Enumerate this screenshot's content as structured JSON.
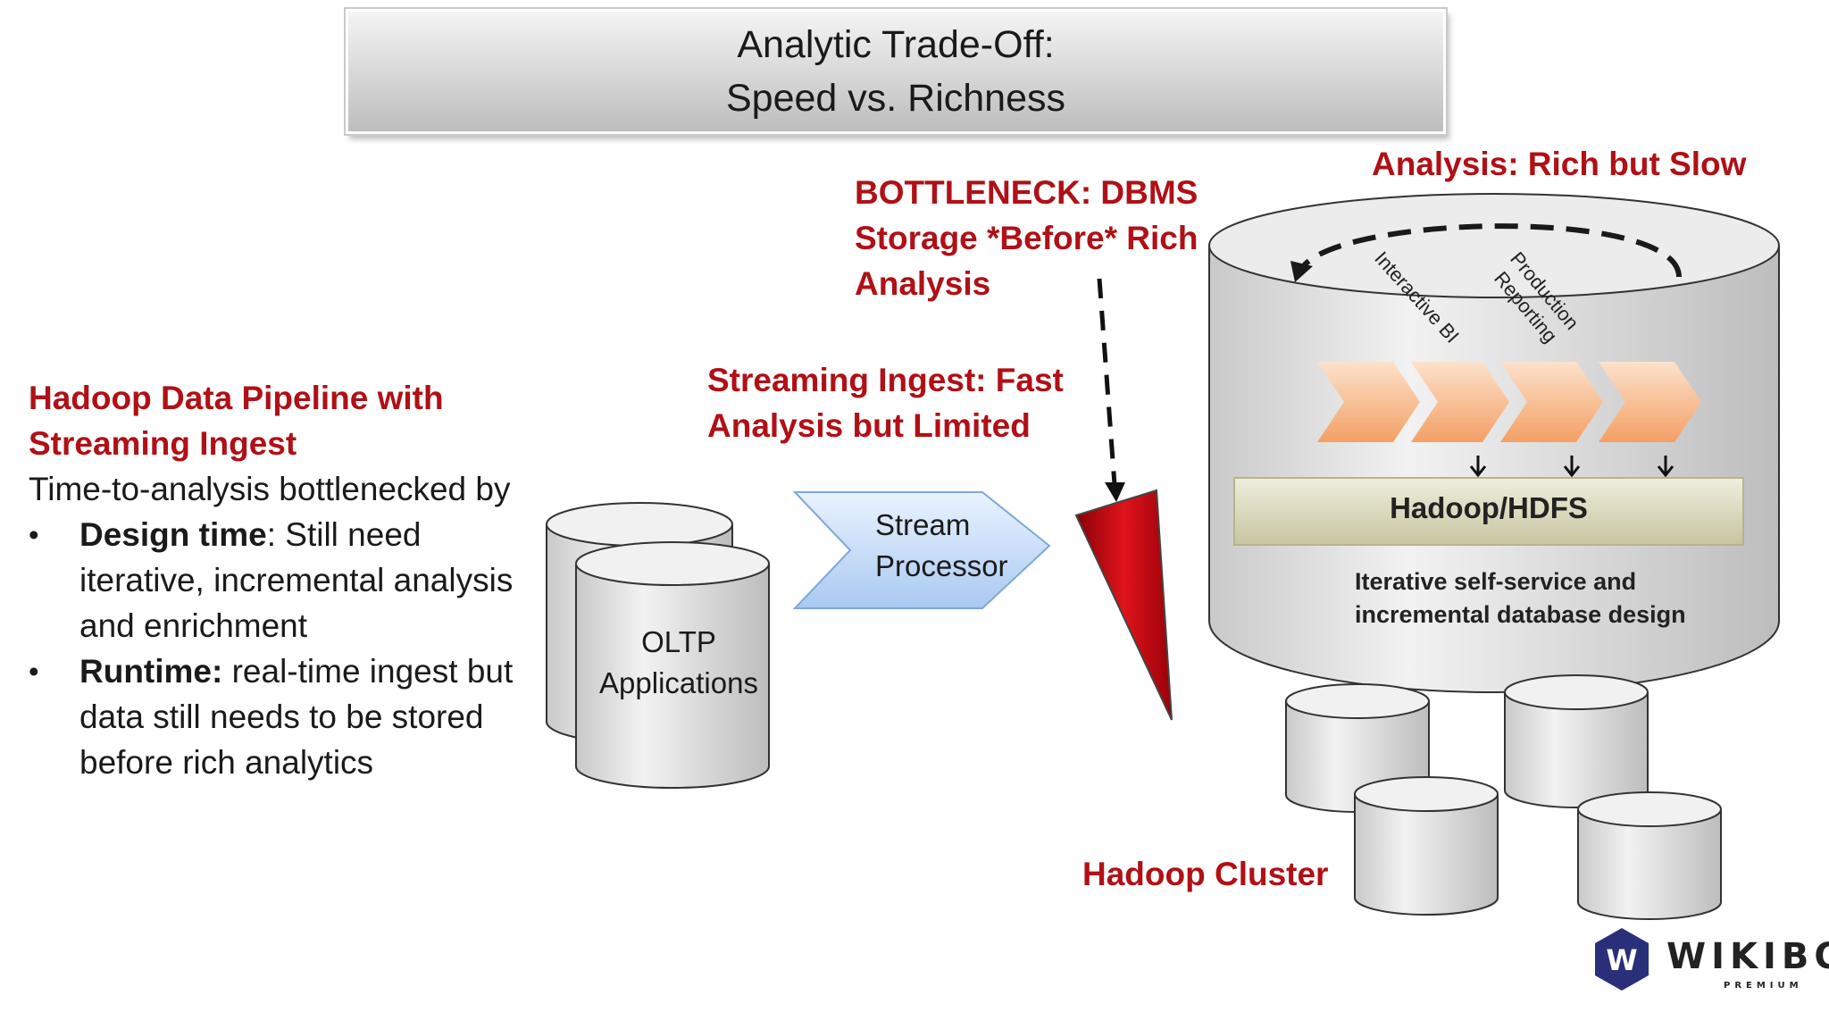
{
  "title": {
    "line1": "Analytic Trade-Off:",
    "line2": "Speed vs. Richness"
  },
  "left_panel": {
    "heading_line1": "Hadoop Data Pipeline with",
    "heading_line2": "Streaming Ingest",
    "intro": "Time-to-analysis bottlenecked by",
    "bullets": [
      {
        "bold": "Design time",
        "rest": ": Still need",
        "cont1": "iterative, incremental analysis",
        "cont2": "and enrichment"
      },
      {
        "bold": "Runtime:",
        "rest": " real-time ingest but",
        "cont1": "data still needs to be stored",
        "cont2": "before rich analytics"
      }
    ]
  },
  "oltp": {
    "line1": "OLTP",
    "line2": "Applications"
  },
  "stream_processor": {
    "line1": "Stream",
    "line2": "Processor"
  },
  "streaming_label": {
    "line1": "Streaming Ingest: Fast",
    "line2": "Analysis but Limited"
  },
  "bottleneck_label": {
    "line1": "BOTTLENECK: DBMS",
    "line2": "Storage *Before* Rich",
    "line3": "Analysis"
  },
  "analysis_label": "Analysis: Rich but Slow",
  "cylinder": {
    "rotated_1": "Interactive BI",
    "rotated_2a": "Production",
    "rotated_2b": "Reporting",
    "hdfs_label": "Hadoop/HDFS",
    "desc_line1": "Iterative self-service and",
    "desc_line2": "incremental database design"
  },
  "cluster_label": "Hadoop Cluster",
  "logo": {
    "letter": "W",
    "name": "WIKIBON",
    "sub": "PREMIUM"
  },
  "colors": {
    "accent_red": "#b01016",
    "chevron_orange": "#f6a868",
    "stream_blue": "#b9d4f5"
  }
}
